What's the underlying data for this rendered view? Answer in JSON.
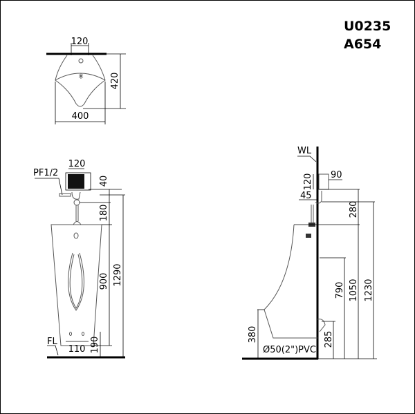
{
  "title": {
    "model": "U0235",
    "code": "A654"
  },
  "top_view": {
    "width_mm": "120",
    "depth": "420",
    "width": "400"
  },
  "front_view": {
    "pipe_label": "PF1/2",
    "box_width": "120",
    "gap": "40",
    "pipe_height": "180",
    "bowl_height": "900",
    "total_height": "1290",
    "bottom_height": "190",
    "hole_spacing": "110",
    "floor_label": "FL"
  },
  "side_view": {
    "wall_label": "WL",
    "box_depth": "90",
    "box_height": "120",
    "offset": "45",
    "pipe_height": "280",
    "h790": "790",
    "h1050": "1050",
    "h1230": "1230",
    "lip_height": "380",
    "drain_height": "285",
    "drain_label": "Ø50(2\")PVC"
  }
}
